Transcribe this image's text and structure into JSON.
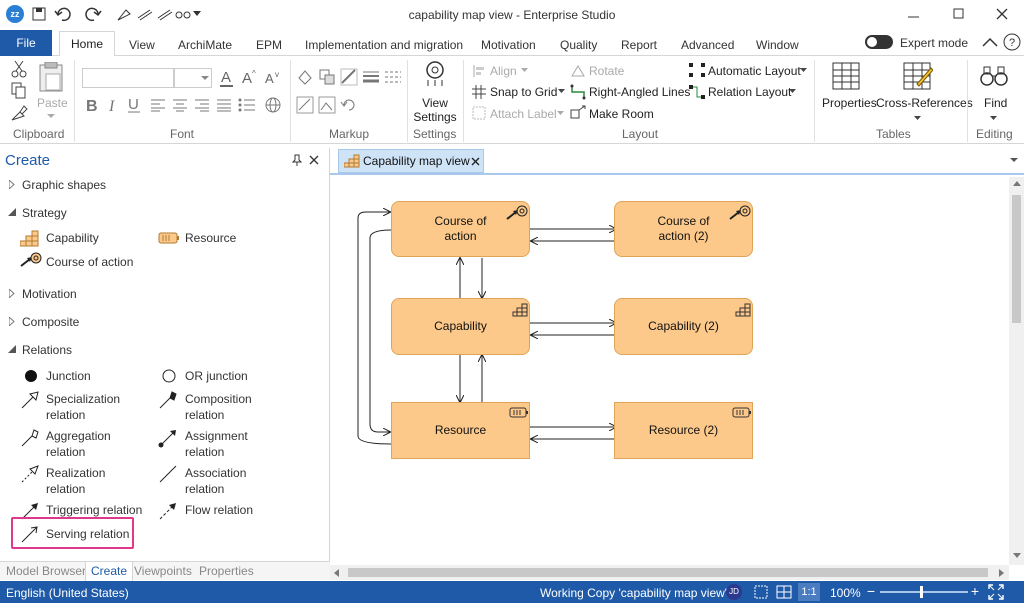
{
  "window": {
    "title": "capability map view - Enterprise Studio"
  },
  "menu": {
    "file": "File",
    "tabs": [
      "Home",
      "View",
      "ArchiMate",
      "EPM",
      "Implementation and migration",
      "Motivation",
      "Quality",
      "Report",
      "Advanced",
      "Window"
    ],
    "expert_mode": "Expert mode"
  },
  "ribbon": {
    "clipboard": {
      "label": "Clipboard",
      "paste": "Paste"
    },
    "font": {
      "label": "Font"
    },
    "markup": {
      "label": "Markup"
    },
    "settings": {
      "label": "Settings",
      "view_settings": "View Settings"
    },
    "layout": {
      "label": "Layout",
      "align": "Align",
      "snap_to_grid": "Snap to Grid",
      "attach_label": "Attach Label",
      "rotate": "Rotate",
      "right_angled": "Right-Angled Lines",
      "make_room": "Make Room",
      "automatic_layout": "Automatic Layout",
      "relation_layout": "Relation Layout"
    },
    "tables": {
      "label": "Tables",
      "properties": "Properties",
      "cross_references": "Cross-References"
    },
    "editing": {
      "label": "Editing",
      "find": "Find"
    }
  },
  "create_panel": {
    "title": "Create",
    "sections": {
      "graphic": "Graphic shapes",
      "strategy": "Strategy",
      "motivation": "Motivation",
      "composite": "Composite",
      "relations": "Relations"
    },
    "strategy_items": {
      "capability": "Capability",
      "resource": "Resource",
      "course_of_action": "Course of action"
    },
    "relations": {
      "junction": "Junction",
      "or_junction": "OR junction",
      "specialization": [
        "Specialization",
        "relation"
      ],
      "composition": [
        "Composition",
        "relation"
      ],
      "aggregation": [
        "Aggregation",
        "relation"
      ],
      "assignment": [
        "Assignment",
        "relation"
      ],
      "realization": [
        "Realization",
        "relation"
      ],
      "association": [
        "Association",
        "relation"
      ],
      "triggering": "Triggering relation",
      "flow": "Flow relation",
      "serving": "Serving relation"
    },
    "bottom_tabs": [
      "Model Browser",
      "Create",
      "Viewpoints",
      "Properties"
    ]
  },
  "document": {
    "tab_title": "Capability map view",
    "nodes": {
      "coa1": [
        "Course of",
        "action"
      ],
      "coa2": [
        "Course of",
        "action (2)"
      ],
      "cap1": "Capability",
      "cap2": "Capability (2)",
      "res1": "Resource",
      "res2": "Resource (2)"
    }
  },
  "status": {
    "language": "English (United States)",
    "working_copy": "Working Copy 'capability map view'",
    "user": "JD",
    "zoom": "100%",
    "scale": "1:1"
  },
  "colors": {
    "accent": "#1e5aa8",
    "element_fill": "#fcc98a",
    "highlight": "#e0388a"
  }
}
